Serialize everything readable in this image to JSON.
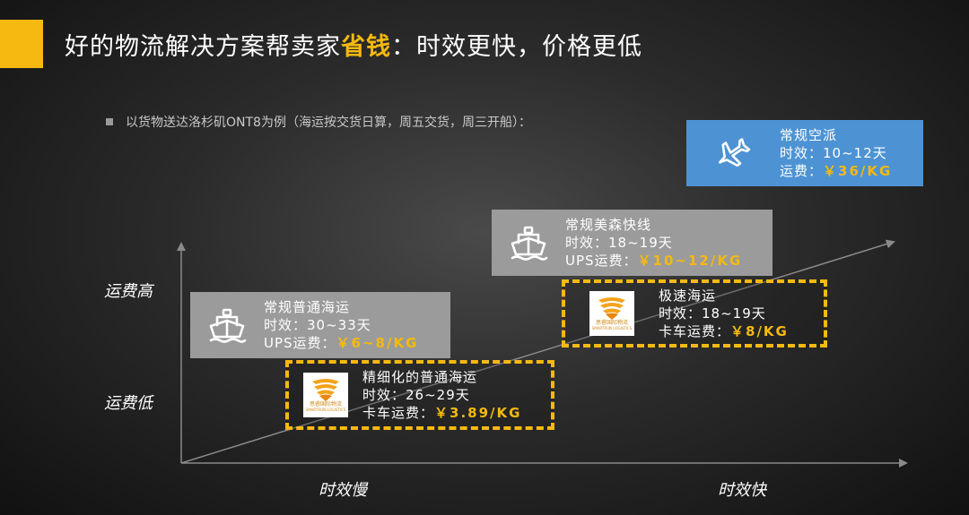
{
  "header": {
    "title_part1": "好的物流解决方案帮卖家",
    "title_highlight": "省钱",
    "title_part2": "：时效更快，价格更低"
  },
  "intro": {
    "text": "以货物送达洛杉矶ONT8为例（海运按交货日算，周五交货，周三开船）："
  },
  "axes": {
    "y_high": "运费高",
    "y_low": "运费低",
    "x_slow": "时效慢",
    "x_fast": "时效快"
  },
  "cards": {
    "air": {
      "name": "常规空派",
      "time_label": "时效：",
      "time_value": "10~12天",
      "cost_label": "运费：",
      "cost_value": "￥36/KG",
      "icon": "airplane-icon",
      "bg_color": "#4d93d4"
    },
    "matson": {
      "name": "常规美森快线",
      "time_label": "时效：",
      "time_value": "18~19天",
      "cost_label": "UPS运费：",
      "cost_value": "￥10~12/KG",
      "icon": "ship-icon",
      "bg_color": "#9b9b9b"
    },
    "regular_sea": {
      "name": "常规普通海运",
      "time_label": "时效：",
      "time_value": "30~33天",
      "cost_label": "UPS运费：",
      "cost_value": "￥6~8/KG",
      "icon": "ship-icon",
      "bg_color": "#9b9b9b"
    },
    "express_sea": {
      "name": "极速海运",
      "time_label": "时效：",
      "time_value": "18~19天",
      "cost_label": "卡车运费：",
      "cost_value": "￥8/KG",
      "logo_cn": "思睿国际物流",
      "logo_en": "SMARTRUN LOGISTICS"
    },
    "refined_sea": {
      "name": "精细化的普通海运",
      "time_label": "时效：",
      "time_value": "26~29天",
      "cost_label": "卡车运费：",
      "cost_value": "￥3.89/KG",
      "logo_cn": "思睿国际物流",
      "logo_en": "SMARTRUN LOGISTICS"
    }
  },
  "colors": {
    "accent": "#f5b90f",
    "grey_card": "#9b9b9b",
    "blue_card": "#4d93d4"
  }
}
